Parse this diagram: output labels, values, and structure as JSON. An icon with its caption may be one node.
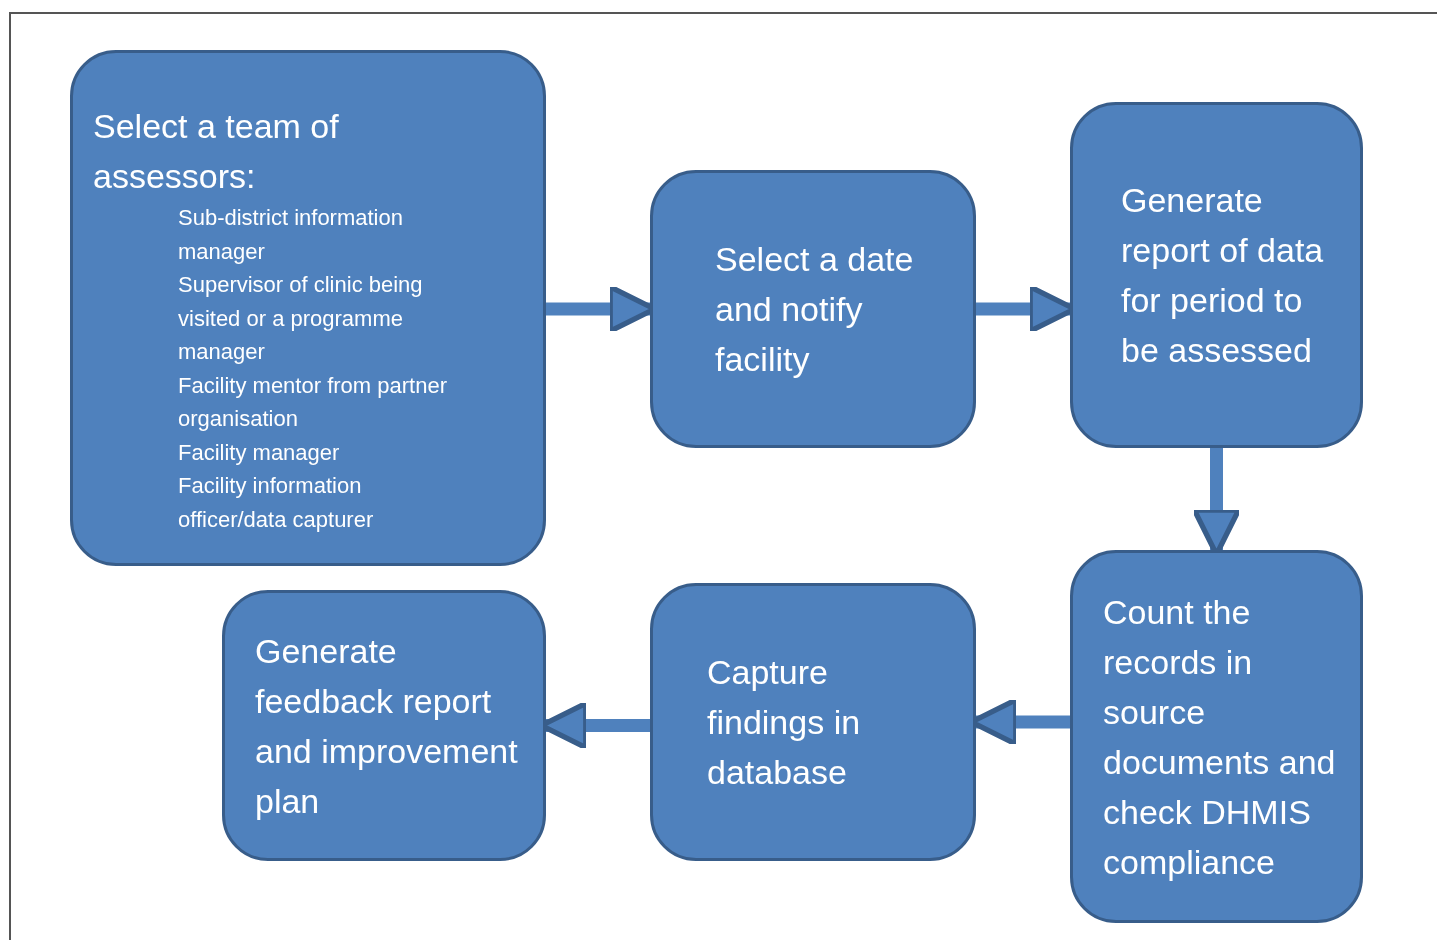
{
  "diagram": {
    "nodes": [
      {
        "text": [
          "Select a team of assessors:",
          "Sub-district information manager",
          "Supervisor of clinic being visited or a programme manager",
          "Facility mentor from partner organisation",
          "Facility manager",
          "Facility information officer/data capturer"
        ]
      },
      {
        "text": [
          "Select a date and notify facility"
        ]
      },
      {
        "text": [
          "Generate report of data for period to be assessed"
        ]
      },
      {
        "text": [
          "Count the records in source documents and check DHMIS compliance"
        ]
      },
      {
        "text": [
          "Capture findings in database"
        ]
      },
      {
        "text": [
          "Generate feedback report and improvement plan"
        ]
      }
    ],
    "edges": [
      {
        "from": 0,
        "to": 1,
        "arrow": "to"
      },
      {
        "from": 1,
        "to": 2,
        "arrow": "to"
      },
      {
        "from": 2,
        "to": 3,
        "arrow": "to"
      },
      {
        "from": 3,
        "to": 4,
        "arrow": "to"
      },
      {
        "from": 4,
        "to": 5,
        "arrow": "to"
      }
    ]
  }
}
